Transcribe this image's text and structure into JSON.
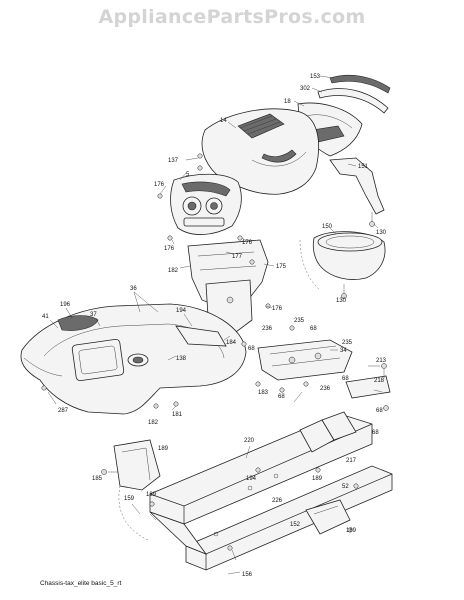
{
  "watermark": "AppliancePartsPros.com",
  "caption": "Chassis-tax_elite basic_5_rt",
  "labels": {
    "l153": "153",
    "l302": "302",
    "l18": "18",
    "l14": "14",
    "l137": "137",
    "l5": "5",
    "l151": "151",
    "l176a": "176",
    "l130a": "130",
    "l150": "150",
    "l176b": "176",
    "l176c": "176",
    "l177": "177",
    "l182": "182",
    "l175": "175",
    "l130b": "130",
    "l36": "36",
    "l196": "196",
    "l37": "37",
    "l41": "41",
    "l194": "194",
    "l176d": "176",
    "l235a": "235",
    "l68a": "68",
    "l236a": "236",
    "l184": "184",
    "l138": "138",
    "l235b": "235",
    "l34": "34",
    "l68b": "68",
    "l213": "213",
    "l183": "183",
    "l68c": "68",
    "l236b": "236",
    "l218": "218",
    "l68d": "68",
    "l68e": "68",
    "l287": "287",
    "l181": "181",
    "l182b": "182",
    "l220": "220",
    "l68f": "68",
    "l217": "217",
    "l185": "185",
    "l189a": "189",
    "l194b": "194",
    "l189b": "189",
    "l52": "52",
    "l159": "159",
    "l189c": "189",
    "l226": "226",
    "l152": "152",
    "l189d": "189",
    "l156": "156"
  }
}
